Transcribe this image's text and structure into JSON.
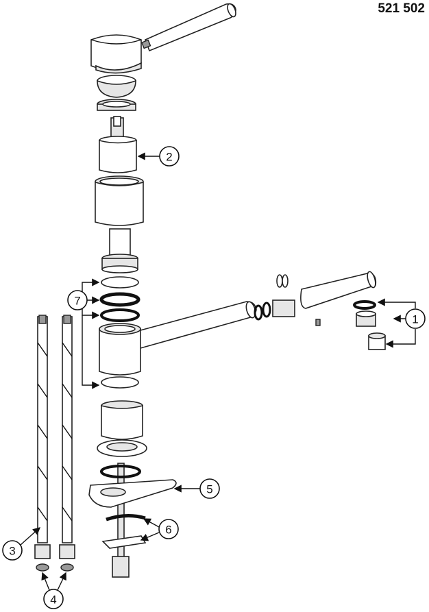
{
  "diagram": {
    "part_number": "521 502",
    "callouts": [
      {
        "id": "1",
        "label": "1"
      },
      {
        "id": "2",
        "label": "2"
      },
      {
        "id": "3",
        "label": "3"
      },
      {
        "id": "4",
        "label": "4"
      },
      {
        "id": "5",
        "label": "5"
      },
      {
        "id": "6",
        "label": "6"
      },
      {
        "id": "7",
        "label": "7"
      }
    ]
  }
}
